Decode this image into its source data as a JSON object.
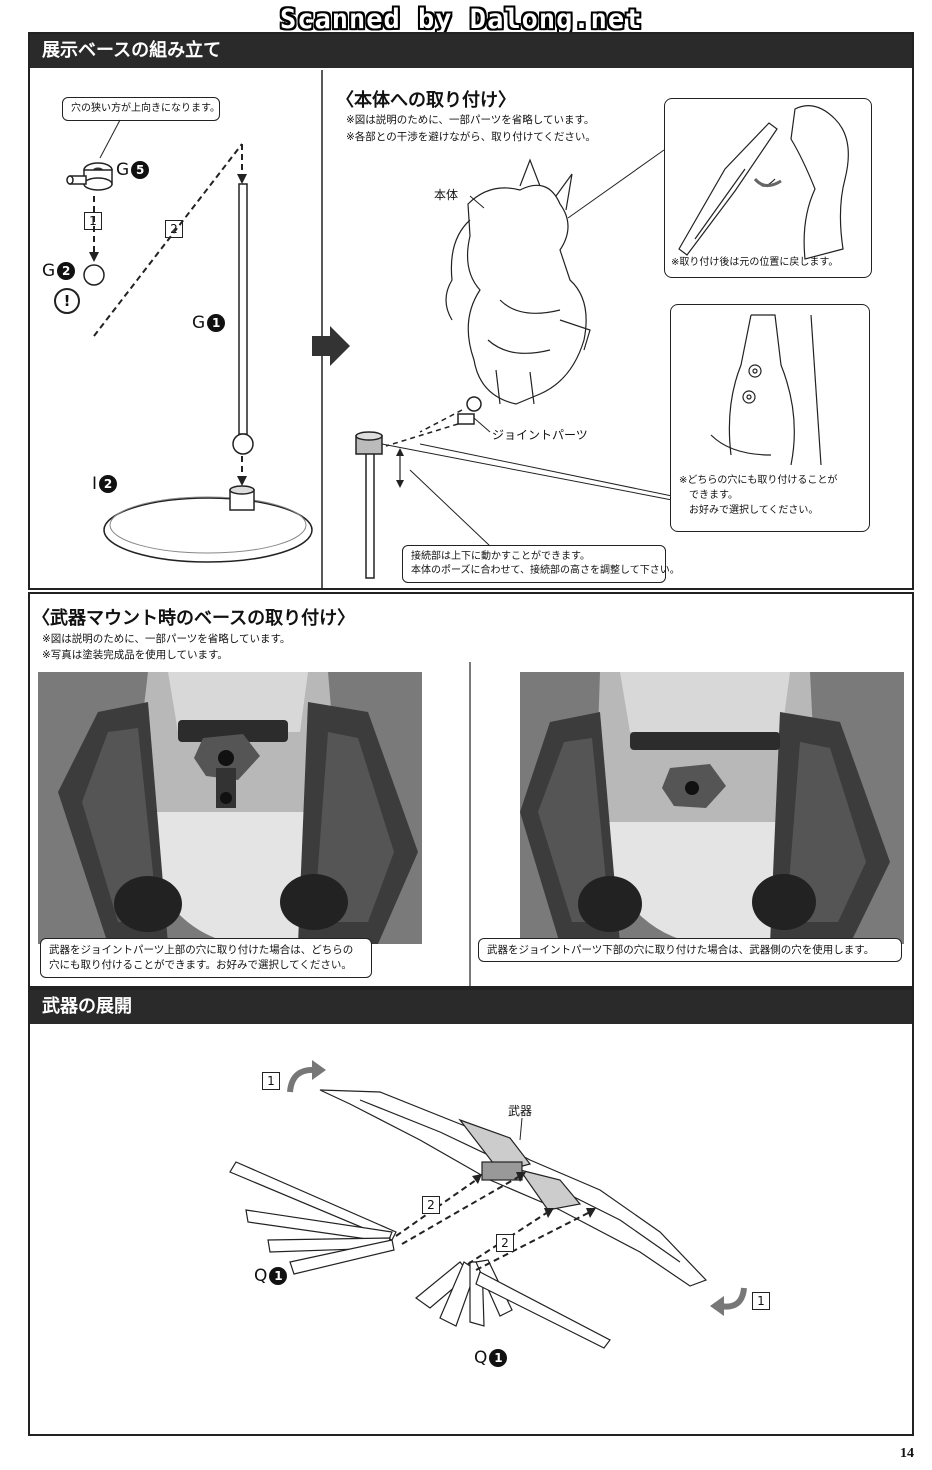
{
  "watermark": "Scanned by Dalong.net",
  "section1": {
    "title": "展示ベースの組み立て",
    "top_callout": "穴の狭い方が上向きになります。",
    "part_g5": "G",
    "part_g5_num": "5",
    "part_g2": "G",
    "part_g2_num": "2",
    "part_g1": "G",
    "part_g1_num": "1",
    "part_i2": "I",
    "part_i2_num": "2",
    "step_1": "1",
    "step_2": "2",
    "warning_glyph": "!"
  },
  "mount": {
    "title": "〈本体への取り付け〉",
    "notes": [
      "※図は説明のために、一部パーツを省略しています。",
      "※各部との干渉を避けながら、取り付けてください。"
    ],
    "label_body": "本体",
    "label_joint": "ジョイントパーツ",
    "callout_return": "※取り付け後は元の位置に戻します。",
    "callout_either": [
      "※どちらの穴にも取り付けることが",
      "できます。",
      "お好みで選択してください。"
    ],
    "callout_adjust": [
      "接続部は上下に動かすことができます。",
      "本体のポーズに合わせて、接続部の高さを調整して下さい。"
    ]
  },
  "weapon_mount": {
    "title": "〈武器マウント時のベースの取り付け〉",
    "notes": [
      "※図は説明のために、一部パーツを省略しています。",
      "※写真は塗装完成品を使用しています。"
    ],
    "photo1_caption": [
      "武器をジョイントパーツ上部の穴に取り付けた場合は、どちらの",
      "穴にも取り付けることができます。お好みで選択してください。"
    ],
    "photo2_caption": "武器をジョイントパーツ下部の穴に取り付けた場合は、武器側の穴を使用します。"
  },
  "deploy": {
    "title": "武器の展開",
    "label_weapon": "武器",
    "step_1": "1",
    "step_2": "2",
    "part_q": "Q",
    "part_q_num": "1"
  },
  "page_number": "14"
}
